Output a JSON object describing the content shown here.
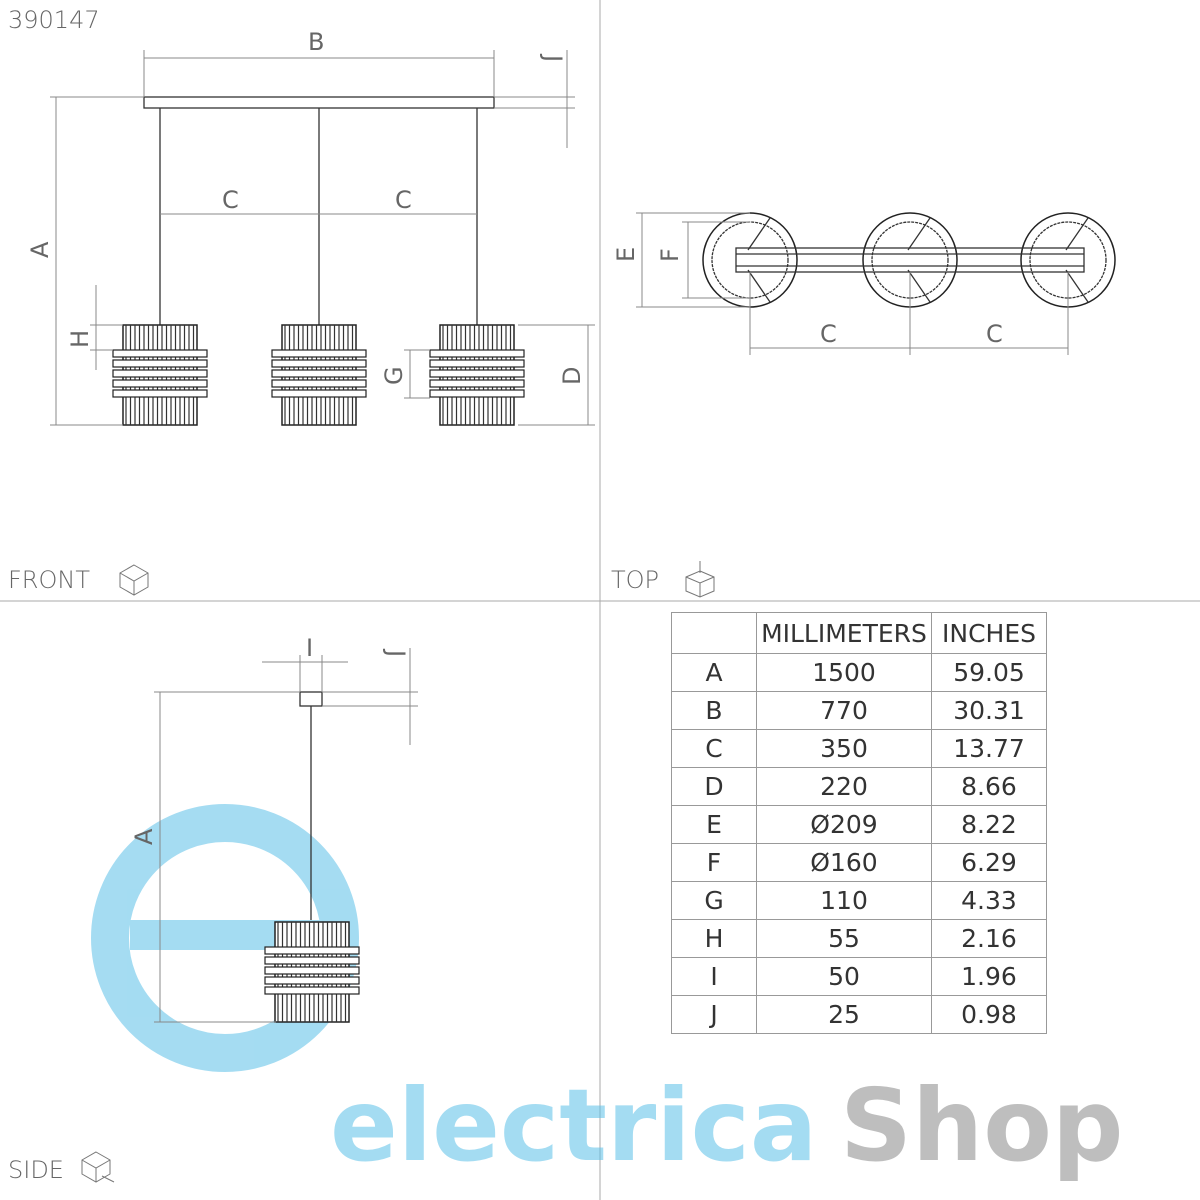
{
  "product_code": "390147",
  "views": {
    "front": "FRONT",
    "top": "TOP",
    "side": "SIDE"
  },
  "dimension_letters": {
    "A": "A",
    "B": "B",
    "C": "C",
    "D": "D",
    "E": "E",
    "F": "F",
    "G": "G",
    "H": "H",
    "I": "I",
    "J": "J"
  },
  "table": {
    "headers": [
      "",
      "MILLIMETERS",
      "INCHES"
    ],
    "rows": [
      {
        "key": "A",
        "mm": "1500",
        "in": "59.05"
      },
      {
        "key": "B",
        "mm": "770",
        "in": "30.31"
      },
      {
        "key": "C",
        "mm": "350",
        "in": "13.77"
      },
      {
        "key": "D",
        "mm": "220",
        "in": "8.66"
      },
      {
        "key": "E",
        "mm": "Ø209",
        "in": "8.22"
      },
      {
        "key": "F",
        "mm": "Ø160",
        "in": "6.29"
      },
      {
        "key": "G",
        "mm": "110",
        "in": "4.33"
      },
      {
        "key": "H",
        "mm": "55",
        "in": "2.16"
      },
      {
        "key": "I",
        "mm": "50",
        "in": "1.96"
      },
      {
        "key": "J",
        "mm": "25",
        "in": "0.98"
      }
    ]
  },
  "watermark": {
    "text_1": "electrica",
    "text_2": "Shop",
    "color_1": "#5bc0e8",
    "color_2": "#8a8a8a"
  }
}
